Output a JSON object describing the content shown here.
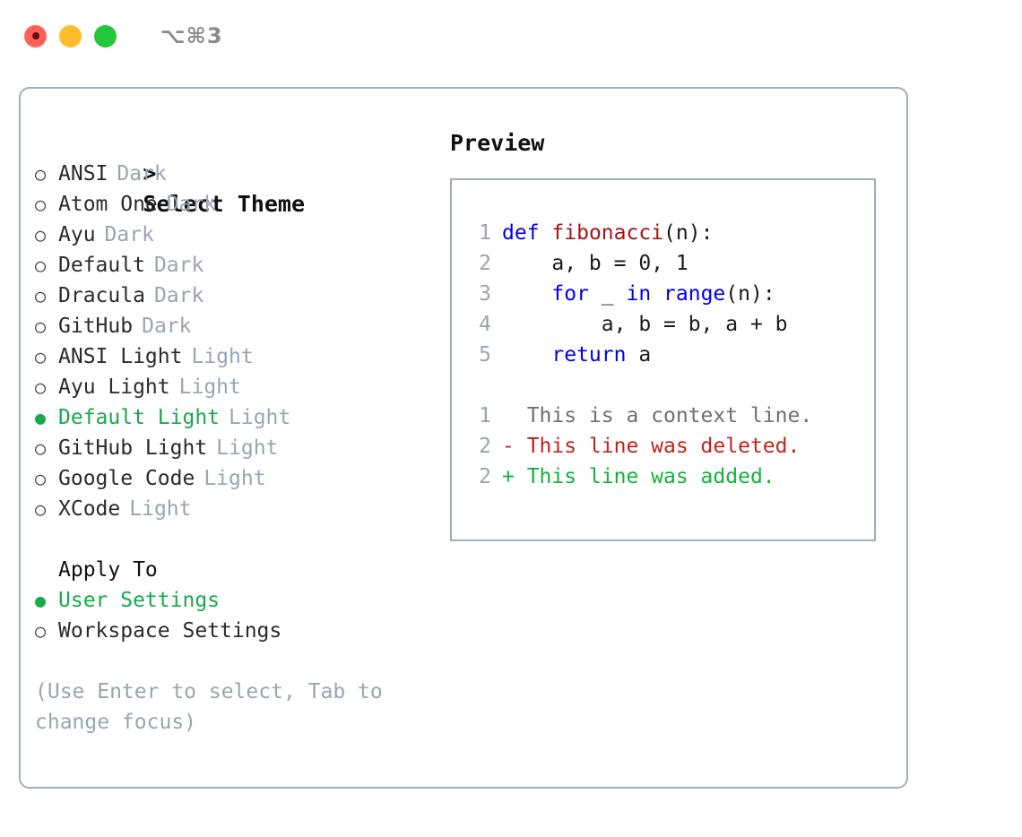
{
  "titlebar": {
    "shortcut": "⌥⌘3",
    "traffic_lights": [
      {
        "name": "close",
        "color": "#ff6159"
      },
      {
        "name": "minimize",
        "color": "#ffbd2e"
      },
      {
        "name": "maximize",
        "color": "#25c63a"
      }
    ]
  },
  "colors": {
    "selected_green": "#17a94a",
    "muted": "#9aa4b2",
    "border": "#a3adbb",
    "keyword_blue": "#0000ee",
    "function_red": "#a31515",
    "diff_delete": "#c0241c",
    "diff_add": "#16b13e"
  },
  "theme_picker": {
    "title": "Select Theme",
    "caret": ">",
    "marker_selected": "●",
    "marker_unselected": "○",
    "items": [
      {
        "label": "ANSI",
        "badge": "Dark",
        "selected": false
      },
      {
        "label": "Atom One",
        "badge": "Dark",
        "selected": false
      },
      {
        "label": "Ayu",
        "badge": "Dark",
        "selected": false
      },
      {
        "label": "Default",
        "badge": "Dark",
        "selected": false
      },
      {
        "label": "Dracula",
        "badge": "Dark",
        "selected": false
      },
      {
        "label": "GitHub",
        "badge": "Dark",
        "selected": false
      },
      {
        "label": "ANSI Light",
        "badge": "Light",
        "selected": false
      },
      {
        "label": "Ayu Light",
        "badge": "Light",
        "selected": false
      },
      {
        "label": "Default Light",
        "badge": "Light",
        "selected": true
      },
      {
        "label": "GitHub Light",
        "badge": "Light",
        "selected": false
      },
      {
        "label": "Google Code",
        "badge": "Light",
        "selected": false
      },
      {
        "label": "XCode",
        "badge": "Light",
        "selected": false
      }
    ]
  },
  "apply_to": {
    "title": "Apply To",
    "items": [
      {
        "label": "User Settings",
        "selected": true
      },
      {
        "label": "Workspace Settings",
        "selected": false
      }
    ]
  },
  "hint": "(Use Enter to select, Tab to change focus)",
  "preview": {
    "title": "Preview",
    "code_lines": [
      {
        "no": "1",
        "tokens": [
          {
            "t": "def",
            "c": "kw"
          },
          {
            "t": " ",
            "c": "plain"
          },
          {
            "t": "fibonacci",
            "c": "fn"
          },
          {
            "t": "(n):",
            "c": "plain"
          }
        ]
      },
      {
        "no": "2",
        "tokens": [
          {
            "t": "    a, b = 0, 1",
            "c": "plain"
          }
        ]
      },
      {
        "no": "3",
        "tokens": [
          {
            "t": "    ",
            "c": "plain"
          },
          {
            "t": "for",
            "c": "kw"
          },
          {
            "t": " _ ",
            "c": "plain"
          },
          {
            "t": "in",
            "c": "kw"
          },
          {
            "t": " ",
            "c": "plain"
          },
          {
            "t": "range",
            "c": "kw"
          },
          {
            "t": "(n):",
            "c": "plain"
          }
        ]
      },
      {
        "no": "4",
        "tokens": [
          {
            "t": "        a, b = b, a + b",
            "c": "plain"
          }
        ]
      },
      {
        "no": "5",
        "tokens": [
          {
            "t": "    ",
            "c": "plain"
          },
          {
            "t": "return",
            "c": "kw"
          },
          {
            "t": " a",
            "c": "plain"
          }
        ]
      }
    ],
    "diff_lines": [
      {
        "no": "1",
        "text": "  This is a context line.",
        "kind": "context"
      },
      {
        "no": "2",
        "text": "- This line was deleted.",
        "kind": "delete"
      },
      {
        "no": "2",
        "text": "+ This line was added.",
        "kind": "add"
      }
    ]
  }
}
